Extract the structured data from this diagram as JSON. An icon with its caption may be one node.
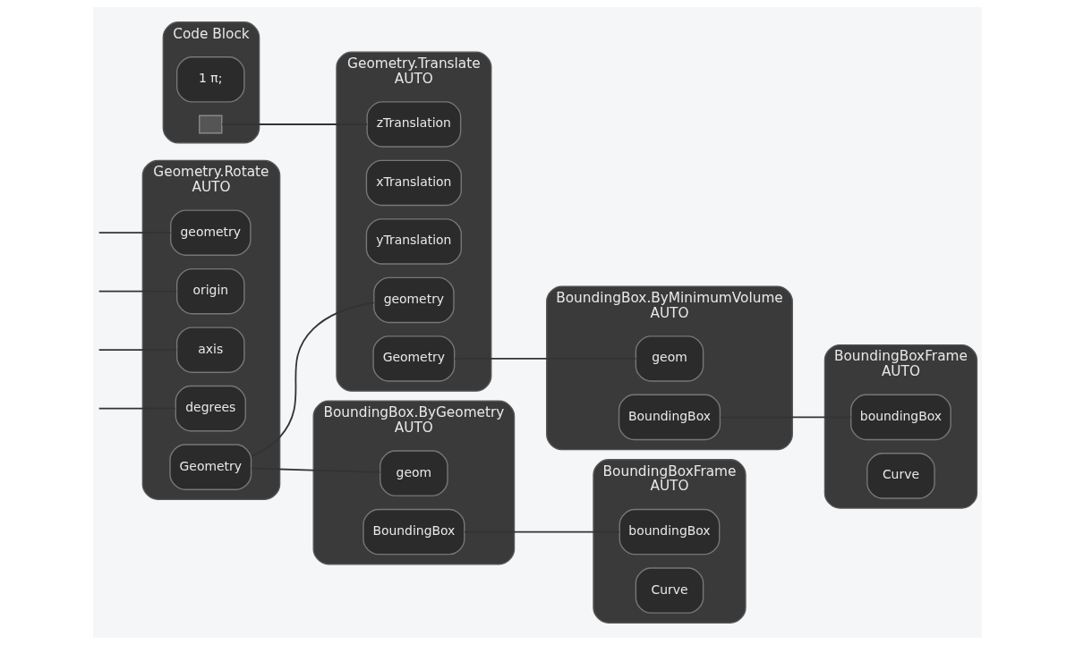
{
  "diagram": {
    "nodes": [
      {
        "text": [
          "Geometry.Rotate",
          "AUTO"
        ]
      },
      {
        "text": [
          "geometry"
        ],
        "in": 0
      },
      {
        "text": [
          "origin"
        ],
        "in": 0
      },
      {
        "text": [
          "axis"
        ],
        "in": 0
      },
      {
        "text": [
          "degrees"
        ],
        "in": 0
      },
      {
        "text": [
          "Geometry"
        ],
        "in": 0
      },
      {
        "text": [
          "BoundingBox.ByGeometry",
          "AUTO"
        ]
      },
      {
        "text": [
          "geom"
        ],
        "in": 6
      },
      {
        "text": [
          "BoundingBox"
        ],
        "in": 6
      },
      {
        "text": [
          "BoundingBoxFrame",
          "AUTO"
        ]
      },
      {
        "text": [
          "boundingBox"
        ],
        "in": 9
      },
      {
        "text": [
          "Curve"
        ],
        "in": 9
      },
      {
        "text": [
          "Geometry.Translate",
          "AUTO"
        ]
      },
      {
        "text": [
          "geometry"
        ],
        "in": 12
      },
      {
        "text": [
          "xTranslation"
        ],
        "in": 12
      },
      {
        "text": [
          "yTranslation"
        ],
        "in": 12
      },
      {
        "text": [
          "zTranslation"
        ],
        "in": 12
      },
      {
        "text": [
          "Geometry"
        ],
        "in": 12
      },
      {
        "text": [
          "Code Block"
        ]
      },
      {
        "text": [
          "1 π;"
        ],
        "in": 18
      },
      {
        "text": [],
        "shape": "box",
        "in": 18
      },
      {
        "text": [
          "BoundingBox.ByMinimumVolume",
          "AUTO"
        ]
      },
      {
        "text": [
          "geom"
        ],
        "in": 21
      },
      {
        "text": [
          "BoundingBox"
        ],
        "in": 21
      },
      {
        "text": [
          "BoundingBoxFrame",
          "AUTO"
        ]
      },
      {
        "text": [
          "boundingBox"
        ],
        "in": 24
      },
      {
        "text": [
          "Curve"
        ],
        "in": 24
      }
    ],
    "edges": [
      {
        "from": null,
        "to": 1,
        "arrow": "none"
      },
      {
        "from": null,
        "to": 2,
        "arrow": "none"
      },
      {
        "from": null,
        "to": 3,
        "arrow": "none"
      },
      {
        "from": null,
        "to": 4,
        "arrow": "none"
      },
      {
        "from": 5,
        "to": 7,
        "arrow": "none"
      },
      {
        "from": 8,
        "to": 10,
        "arrow": "none"
      },
      {
        "from": 5,
        "to": 13,
        "arrow": "none"
      },
      {
        "from": 20,
        "to": 16,
        "arrow": "none"
      },
      {
        "from": 17,
        "to": 22,
        "arrow": "none"
      },
      {
        "from": 23,
        "to": 25,
        "arrow": "none"
      }
    ]
  }
}
